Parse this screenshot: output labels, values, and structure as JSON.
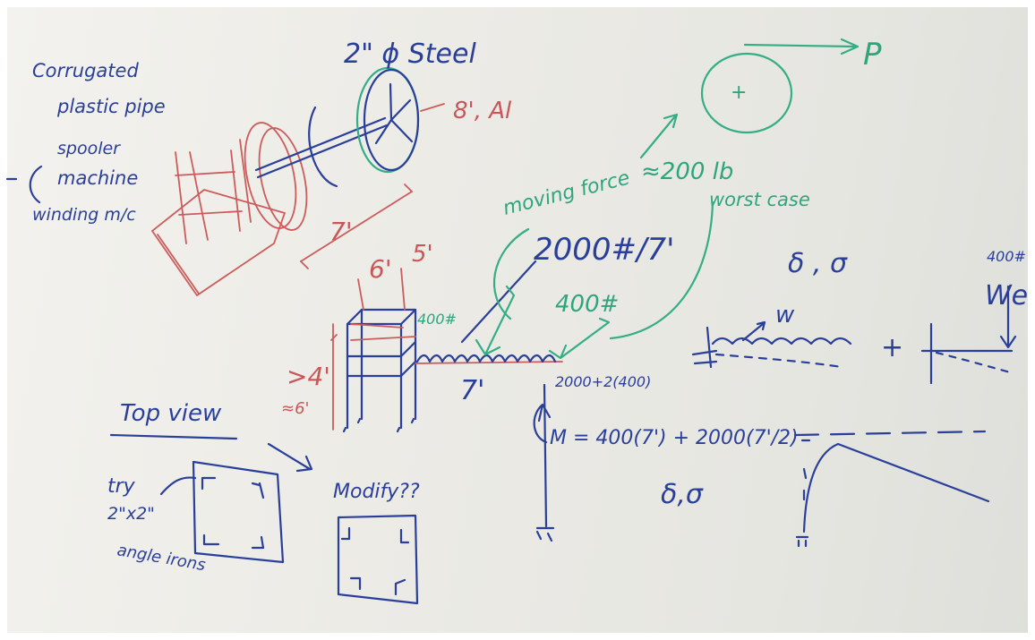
{
  "whiteboard": {
    "spool": {
      "corrugated": "Corrugated",
      "plastic_pipe": "plastic pipe",
      "spooler": "spooler",
      "machine": "machine",
      "winding": "winding m/c",
      "steel": "2\" ϕ Steel",
      "al": "8', Al",
      "seven_ft": "7'"
    },
    "force": {
      "p": "P",
      "plus": "+",
      "moving_force": "moving force",
      "approx": "≈200 lb",
      "worst_case": "worst case"
    },
    "frame": {
      "six": "6'",
      "five": "5'",
      "load_dist": "2000#/7'",
      "load_point": "400#",
      "load_top": "400#",
      "height": ">4'",
      "height2": "≈6'",
      "span": "7'"
    },
    "top_view": {
      "title": "Top view",
      "try": "try",
      "size": "2\"x2\"",
      "angle": "angle irons",
      "modify": "Modify??"
    },
    "calc": {
      "reaction": "2000+2(400)",
      "moment": "M = 400(7') + 2000(7'/2)",
      "delta_sigma": "δ,σ",
      "delta_sigma_top": "δ , σ",
      "w": "w",
      "plus": "+",
      "load_right": "400#",
      "w_right": "We"
    }
  }
}
